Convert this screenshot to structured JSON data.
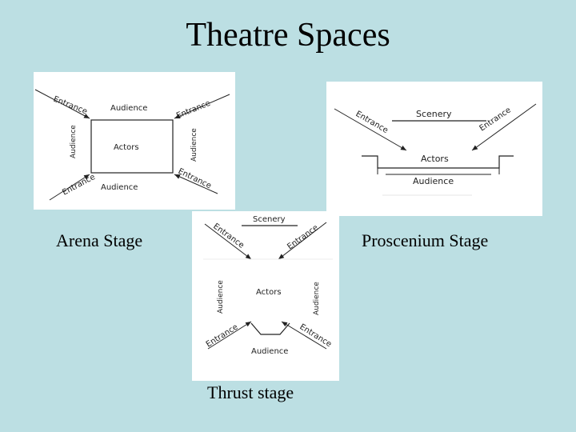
{
  "slide": {
    "title": "Theatre Spaces"
  },
  "arena": {
    "caption": "Arena Stage",
    "labels": {
      "audience_top": "Audience",
      "audience_bottom": "Audience",
      "audience_left": "Audience",
      "audience_right": "Audience",
      "actors": "Actors",
      "entrance_tl": "Entrance",
      "entrance_tr": "Entrance",
      "entrance_bl": "Entrance",
      "entrance_br": "Entrance"
    }
  },
  "proscenium": {
    "caption": "Proscenium Stage",
    "labels": {
      "scenery": "Scenery",
      "actors": "Actors",
      "audience": "Audience",
      "entrance_left": "Entrance",
      "entrance_right": "Entrance"
    }
  },
  "thrust": {
    "caption": "Thrust stage",
    "labels": {
      "scenery": "Scenery",
      "actors": "Actors",
      "audience_bottom": "Audience",
      "audience_left": "Audience",
      "audience_right": "Audience",
      "entrance_tl": "Entrance",
      "entrance_tr": "Entrance",
      "entrance_bl": "Entrance",
      "entrance_br": "Entrance"
    }
  },
  "colors": {
    "background": "#bcdfe3",
    "panel": "#ffffff",
    "ink": "#222222"
  }
}
